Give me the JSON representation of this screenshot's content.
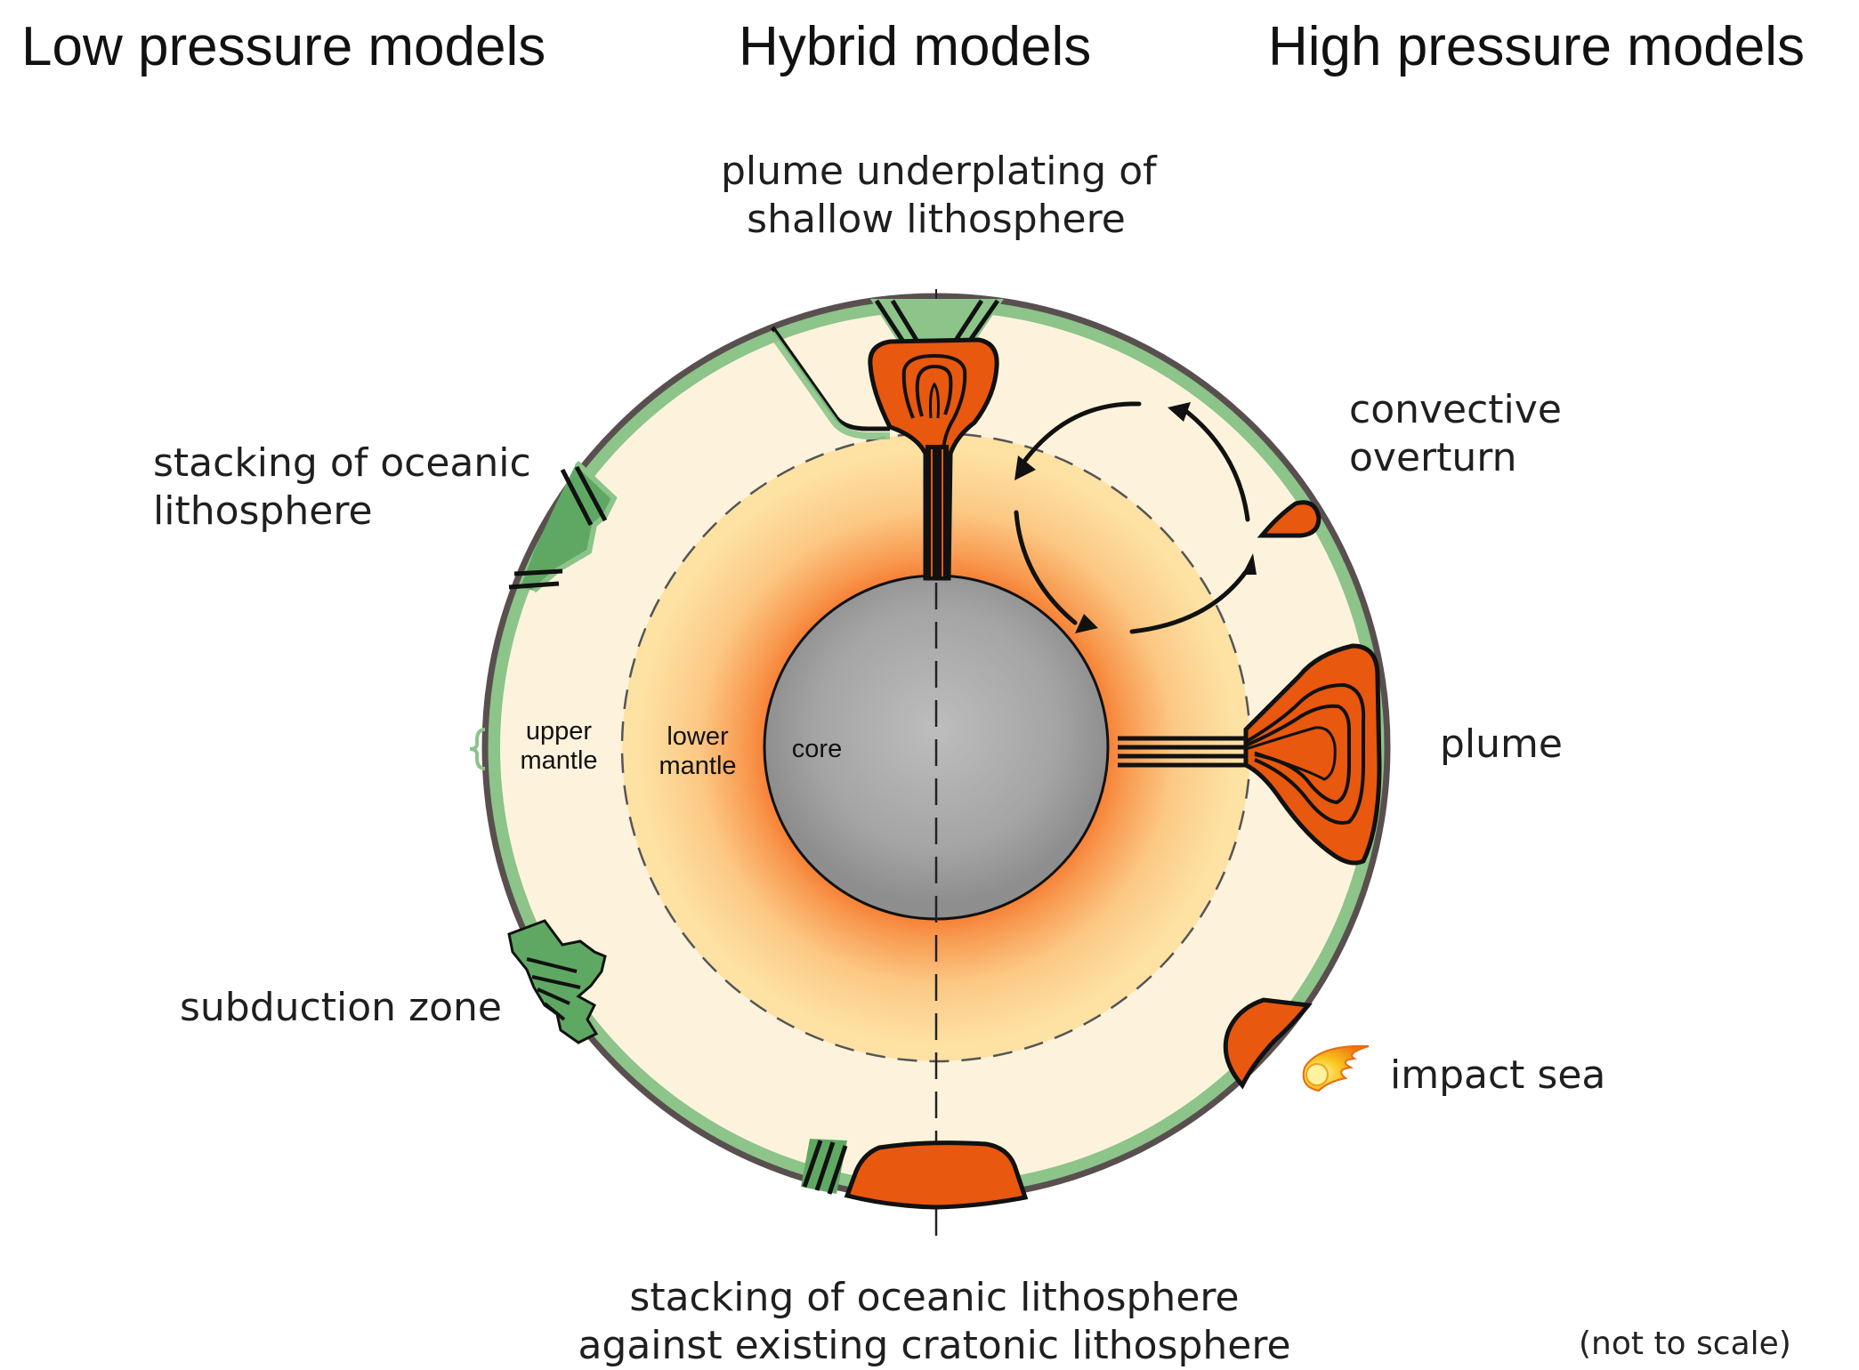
{
  "headers": {
    "low": "Low pressure models",
    "hybrid": "Hybrid models",
    "high": "High pressure models"
  },
  "labels": {
    "plume_underplating": [
      "plume underplating of",
      "shallow lithosphere"
    ],
    "stacking_oceanic": [
      "stacking of oceanic",
      "lithosphere"
    ],
    "convective_overturn": [
      "convective",
      "overturn"
    ],
    "plume": "plume",
    "subduction_zone": "subduction zone",
    "impact_sea": "impact sea",
    "stacking_cratonic": [
      "stacking of oceanic lithosphere",
      "against existing cratonic lithosphere"
    ],
    "not_to_scale": "(not to scale)"
  },
  "layers": {
    "upper_mantle": [
      "upper",
      "mantle"
    ],
    "lower_mantle": [
      "lower",
      "mantle"
    ],
    "core": "core"
  },
  "colors": {
    "crust_green": "#8cc48a",
    "dark_green": "#5fa863",
    "upper_mantle": "#fdf3dc",
    "lower_mantle": "#fde2a4",
    "core_glow": "#f46a1e",
    "core": "#a6a6a6",
    "magma": "#e8580f",
    "outline": "#5a4f4f",
    "ink": "#111111"
  },
  "icons": {
    "impact": "meteor-icon",
    "brace": "brace-icon"
  }
}
